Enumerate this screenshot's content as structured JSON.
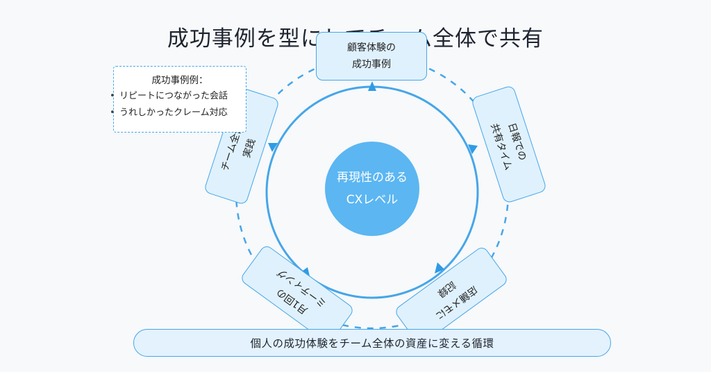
{
  "title": "成功事例を型にしてチーム全体で共有",
  "hub": {
    "line1": "再現性のある",
    "line2": "CXレベル"
  },
  "nodes": {
    "top": {
      "line1": "顧客体験の",
      "line2": "成功事例"
    },
    "right": {
      "line1": "日報での",
      "line2": "共有タイム"
    },
    "bottom_right": {
      "line1": "店舗メモに",
      "line2": "記録"
    },
    "bottom_left": {
      "line1": "月1回の",
      "line2": "ミーティング"
    },
    "left": {
      "line1": "チーム全体で",
      "line2": "実践"
    }
  },
  "callout": {
    "heading": "成功事例例：",
    "items": [
      "リピートにつながった会話",
      "うれしかったクレーム対応"
    ]
  },
  "footer": "個人の成功体験をチーム全体の資産に変える循環",
  "colors": {
    "accent": "#46a6e8",
    "hub_fill": "#5bb6f2",
    "node_fill": "#dff1fd",
    "footer_fill": "#e3f2fd"
  }
}
